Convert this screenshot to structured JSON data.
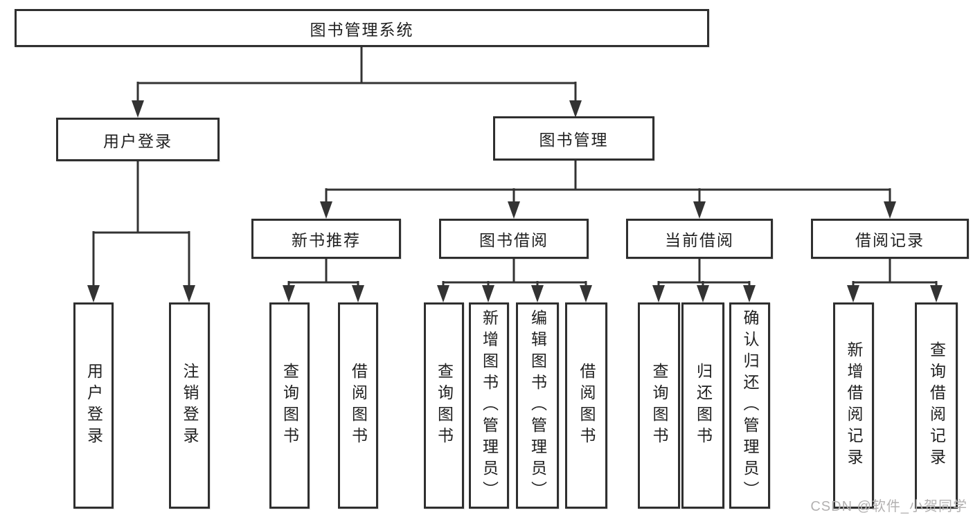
{
  "diagram": {
    "root": "图书管理系统",
    "level2": {
      "user_login": "用户登录",
      "book_management": "图书管理"
    },
    "level3": {
      "new_book_recommend": "新书推荐",
      "book_borrowing": "图书借阅",
      "current_borrowing": "当前借阅",
      "borrowing_records": "借阅记录"
    },
    "leaves": {
      "user_login_children": [
        "用户登录",
        "注销登录"
      ],
      "new_book_children": [
        "查询图书",
        "借阅图书"
      ],
      "book_borrowing_children": [
        "查询图书",
        "新增图书（管理员）",
        "编辑图书（管理员）",
        "借阅图书"
      ],
      "current_borrowing_children": [
        "查询图书",
        "归还图书",
        "确认归还（管理员）"
      ],
      "borrowing_records_children": [
        "新增借阅记录",
        "查询借阅记录"
      ]
    },
    "watermark": "CSDN @软件_小贺同学",
    "colors": {
      "line": "#333333",
      "box_border": "#2f2f2f",
      "text": "#1f1f1f",
      "background": "#ffffff",
      "watermark": "#b3b1b1"
    }
  }
}
